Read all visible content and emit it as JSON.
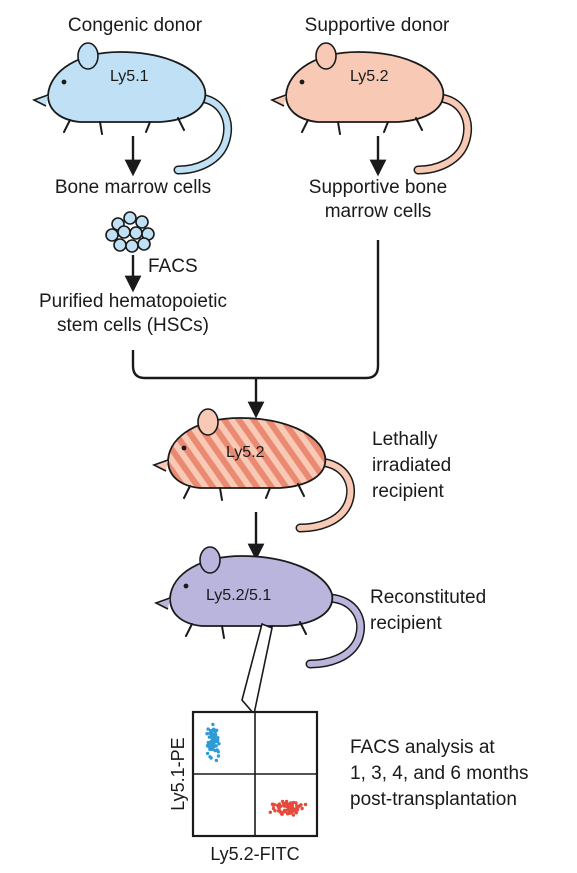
{
  "congenic": {
    "title": "Congenic donor",
    "marker": "Ly5.1",
    "cells": "Bone marrow cells",
    "sort_label": "FACS",
    "purified_line1": "Purified hematopoietic",
    "purified_line2": "stem cells (HSCs)"
  },
  "supportive": {
    "title": "Supportive donor",
    "marker": "Ly5.2",
    "cells_line1": "Supportive bone",
    "cells_line2": "marrow cells"
  },
  "recipient": {
    "marker": "Ly5.2",
    "label_line1": "Lethally",
    "label_line2": "irradiated",
    "label_line3": "recipient"
  },
  "reconstituted": {
    "marker": "Ly5.2/5.1",
    "label_line1": "Reconstituted",
    "label_line2": "recipient"
  },
  "facs_plot": {
    "y_label": "Ly5.1-PE",
    "x_label": "Ly5.2-FITC",
    "note_line1": "FACS analysis at",
    "note_line2": "1, 3, 4, and 6 months",
    "note_line3": "post-transplantation"
  },
  "colors": {
    "congenic_mouse": "#bfe0f5",
    "supportive_mouse": "#f8c9b4",
    "recipient_stripe": "#ea8a72",
    "reconstituted_mouse": "#b9b5dc",
    "ly51_dots": "#2f9bd6",
    "ly52_dots": "#e54b3d"
  }
}
